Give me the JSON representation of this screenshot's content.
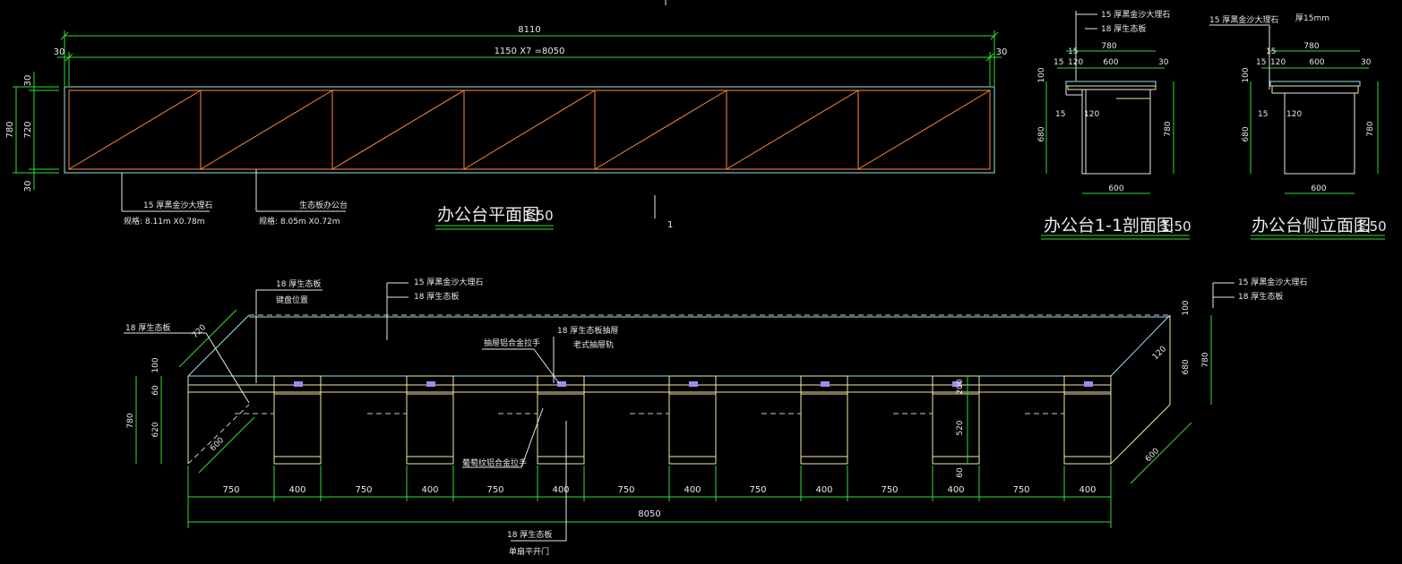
{
  "plan": {
    "dim_total": "8110",
    "dim_inner": "1150 X7 =8050",
    "dim_30": "30",
    "dim_780": "780",
    "dim_720": "720",
    "label_marble": "15 厚黑金沙大理石",
    "label_board_desk": "生态板办公台",
    "spec_marble": "规格: 8.11m X0.78m",
    "spec_desk": "规格: 8.05m X0.72m",
    "title": "办公台平面图",
    "scale": "1:50",
    "section_mark": "1"
  },
  "section": {
    "label_marble": "15 厚黑金沙大理石",
    "label_board": "18 厚生态板",
    "dim_780": "780",
    "dim_15": "15",
    "dim_120": "120",
    "dim_600": "600",
    "dim_30": "30",
    "dim_100": "100",
    "dim_680": "680",
    "title": "办公台1-1剖面图",
    "scale": "1:50"
  },
  "side": {
    "label_marble": "15 厚黑金沙大理石",
    "label_thk": "厚15mm",
    "title": "办公台侧立面图",
    "scale": "1:50"
  },
  "iso": {
    "label_board_keyboard": "18 厚生态板",
    "label_keyboard_pos": "键盘位置",
    "label_marble": "15 厚黑金沙大理石",
    "label_board": "18 厚生态板",
    "label_left_board": "18 厚生态板",
    "label_drawer": "18 厚生态板抽屉",
    "label_rail": "老式抽屉轨",
    "label_handle": "抽屉铝合金拉手",
    "label_handle2": "葡萄纹铝合金拉手",
    "label_door": "18 厚生态板",
    "label_door2": "单扇平开门",
    "label_marble_r": "15 厚黑金沙大理石",
    "label_board_r": "18 厚生态板",
    "dims_bottom": [
      "750",
      "400",
      "750",
      "400",
      "750",
      "400",
      "750",
      "400",
      "750",
      "400",
      "750",
      "400",
      "750",
      "400"
    ],
    "dim_total": "8050",
    "dim_780": "780",
    "dim_620": "620",
    "dim_60": "60",
    "dim_100": "100",
    "dim_720": "720",
    "dim_600": "600",
    "dim_200": "200",
    "dim_520": "520",
    "dim_680": "680",
    "dim_120": "120"
  }
}
